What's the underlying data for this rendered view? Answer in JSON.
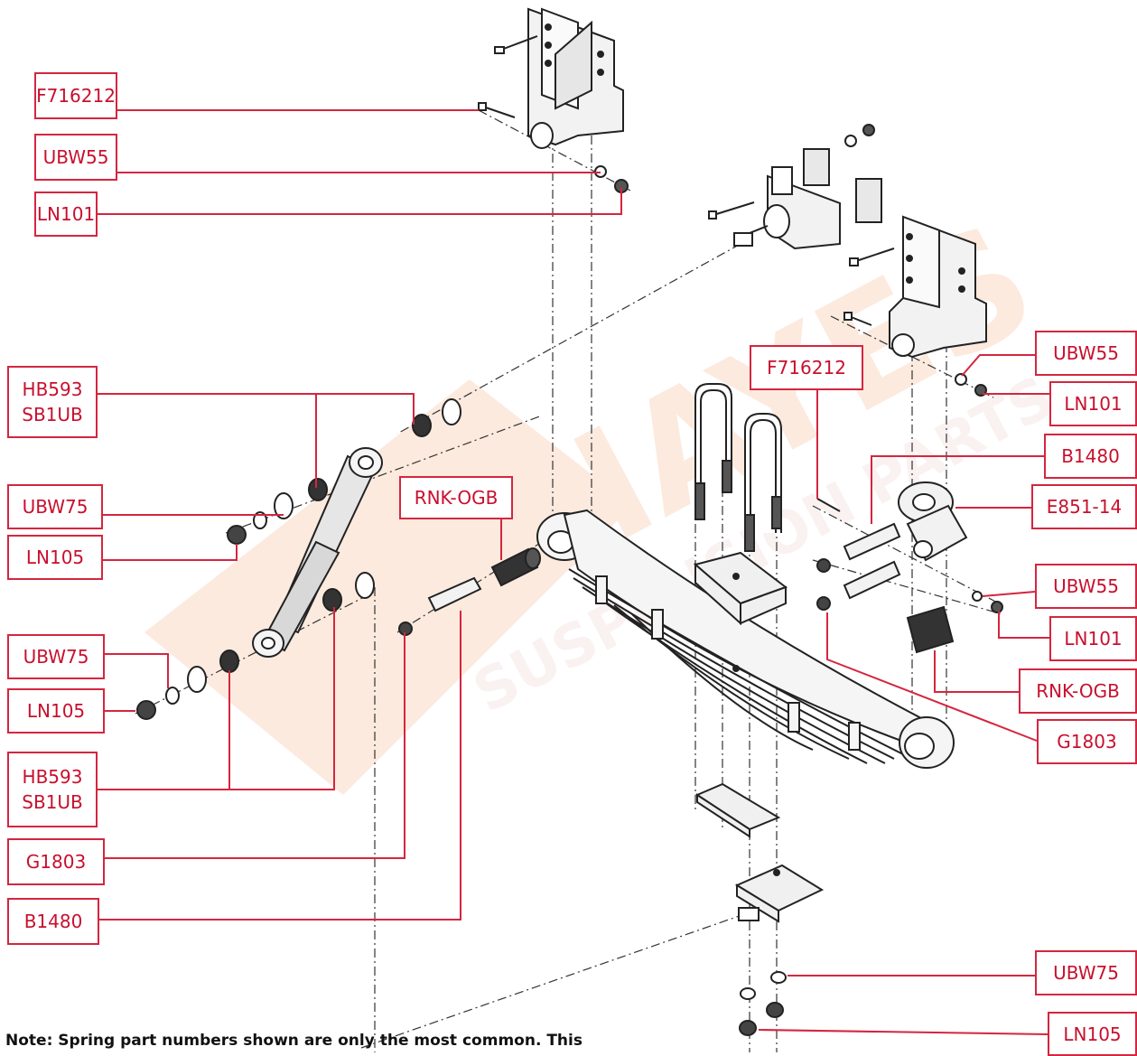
{
  "labels": {
    "f716212_top": "F716212",
    "ubw55_top": "UBW55",
    "ln101_top": "LN101",
    "hb593_top": [
      "HB593",
      "SB1UB"
    ],
    "ubw75_upper": "UBW75",
    "ln105_upper": "LN105",
    "rnk_ogb_center": "RNK-OGB",
    "ubw75_lower": "UBW75",
    "ln105_lower": "LN105",
    "hb593_bottom": [
      "HB593",
      "SB1UB"
    ],
    "g1803_left": "G1803",
    "b1480_left": "B1480",
    "f716212_right": "F716212",
    "ubw55_right_top": "UBW55",
    "ln101_right_top": "LN101",
    "b1480_right": "B1480",
    "e851_14": "E851-14",
    "ubw55_right_mid": "UBW55",
    "ln101_right_mid": "LN101",
    "rnk_ogb_right": "RNK-OGB",
    "g1803_right": "G1803",
    "ubw75_bottom": "UBW75",
    "ln105_bottom": "LN105"
  },
  "note": "Note: Spring part numbers shown are only the most common. This is not",
  "watermark": {
    "brand": "HAYES",
    "subtitle": "SUSPENSION PARTS"
  },
  "colors": {
    "label_border": "#d4263f",
    "label_text": "#c8102e",
    "leader_line": "#d4263f",
    "watermark": "#f7dcc8",
    "part_fill": "#f2f2f2",
    "part_stroke": "#222222"
  }
}
